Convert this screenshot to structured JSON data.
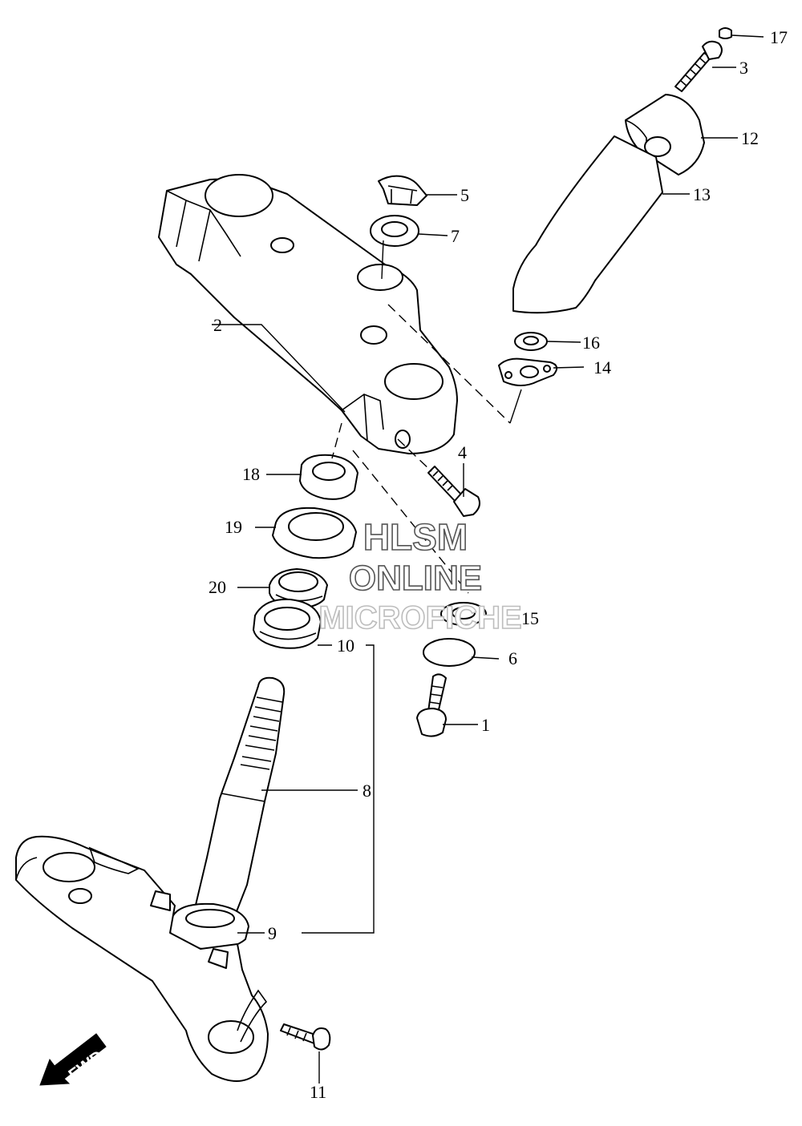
{
  "callouts": [
    "17",
    "3",
    "12",
    "13",
    "5",
    "7",
    "2",
    "16",
    "14",
    "4",
    "18",
    "19",
    "20",
    "15",
    "10",
    "6",
    "1",
    "8",
    "9",
    "11"
  ],
  "watermark": {
    "line1": "HLSM",
    "line2": "ONLINE",
    "line3": "MICROFICHE"
  },
  "fwd_label": "FWD",
  "colors": {
    "line": "#000000",
    "background": "#ffffff",
    "watermark_outline": "#555555"
  }
}
